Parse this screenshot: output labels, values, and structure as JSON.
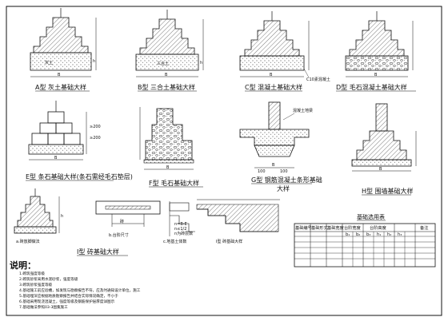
{
  "sheet_title": "",
  "details": [
    {
      "id": "A",
      "caption": "A型 灰土基础大样",
      "fill_label": "灰土"
    },
    {
      "id": "B",
      "caption": "B型 三合土基础大样",
      "fill_label": "三合土"
    },
    {
      "id": "C",
      "caption": "C型 混凝土基础大样",
      "annotation": "C10素混凝土"
    },
    {
      "id": "D",
      "caption": "D型 毛石混凝土基础大样"
    },
    {
      "id": "E",
      "caption": "E型 条石基础大样(条石需经毛石垫层)",
      "dim_a": "≥200",
      "dim_b": "≥200"
    },
    {
      "id": "F",
      "caption": "F型 毛石基础大样"
    },
    {
      "id": "G",
      "caption": "G型 钢筋混凝土条形基础",
      "caption_2": "大样",
      "annotation": "混凝土地梁",
      "dim_a": "100",
      "dim_b": "100"
    },
    {
      "id": "H",
      "caption": "H型 围墙基础大样"
    },
    {
      "id": "I",
      "caption": "I型 砖基础大样"
    }
  ],
  "small_labels": {
    "width_label": "B",
    "height_label": "h",
    "brick_label": "砖",
    "formula_1": "n=B-E",
    "formula_2": "n≤1/2",
    "formula_3": "n为砖层数",
    "step_caption_1": "a.砖放脚做法",
    "step_caption_2": "b.台阶尺寸",
    "step_caption_3": "c.地基土体数"
  },
  "notes": {
    "title": "说明：",
    "items": [
      "1.砌筑强度等级",
      "2.砌筑砂浆采用水泥砂浆，强度等级",
      "3.砌筑砂浆强度等级",
      "4.基础施工前应验槽，如发现与勘察报告不符，应及时通知设计单位，施工",
      "5.基础埋深应根据地质勘察报告并结合实际情况确定，不小于",
      "6.基础采用现浇混凝土，强度等级及钢筋保护层厚度详图示",
      "7.基础做法参照03-3图集施工"
    ]
  },
  "selection_table": {
    "title": "基础选用表",
    "headers": [
      "基础编号",
      "基础形式",
      "基础宽度",
      "台阶宽度",
      "台阶高度",
      "备注"
    ],
    "subheaders": [
      "b₁",
      "b₂",
      "b₃",
      "h₁",
      "h₂",
      "h₃"
    ],
    "rows": 6
  }
}
